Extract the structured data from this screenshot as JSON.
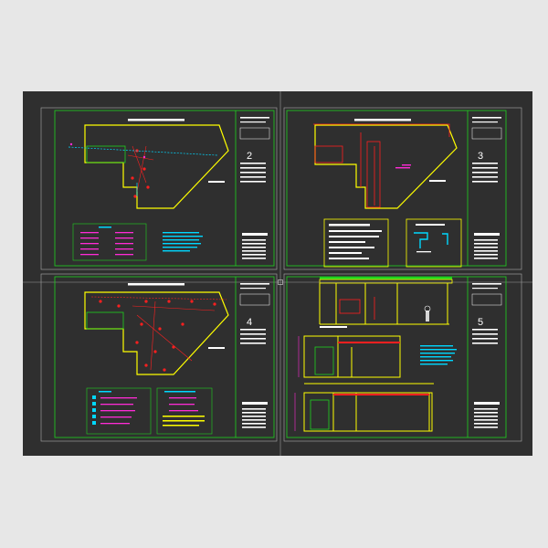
{
  "app": {
    "viewport": "cad-model-space",
    "background_color": "#2f2f2f",
    "frame_color": "#e7e7e7"
  },
  "colors": {
    "frame": "#1fd21f",
    "wall": "#ffff00",
    "red": "#ff2020",
    "cyan": "#00d8ff",
    "magenta": "#ff2bd6",
    "white": "#ffffff",
    "grey_line": "#c8c8c8"
  },
  "sheets": [
    {
      "id": "sheet-2",
      "number": "2"
    },
    {
      "id": "sheet-3",
      "number": "3"
    },
    {
      "id": "sheet-4",
      "number": "4"
    },
    {
      "id": "sheet-5",
      "number": "5"
    }
  ],
  "crosshair": {
    "icon": "crosshair-cursor-icon"
  }
}
